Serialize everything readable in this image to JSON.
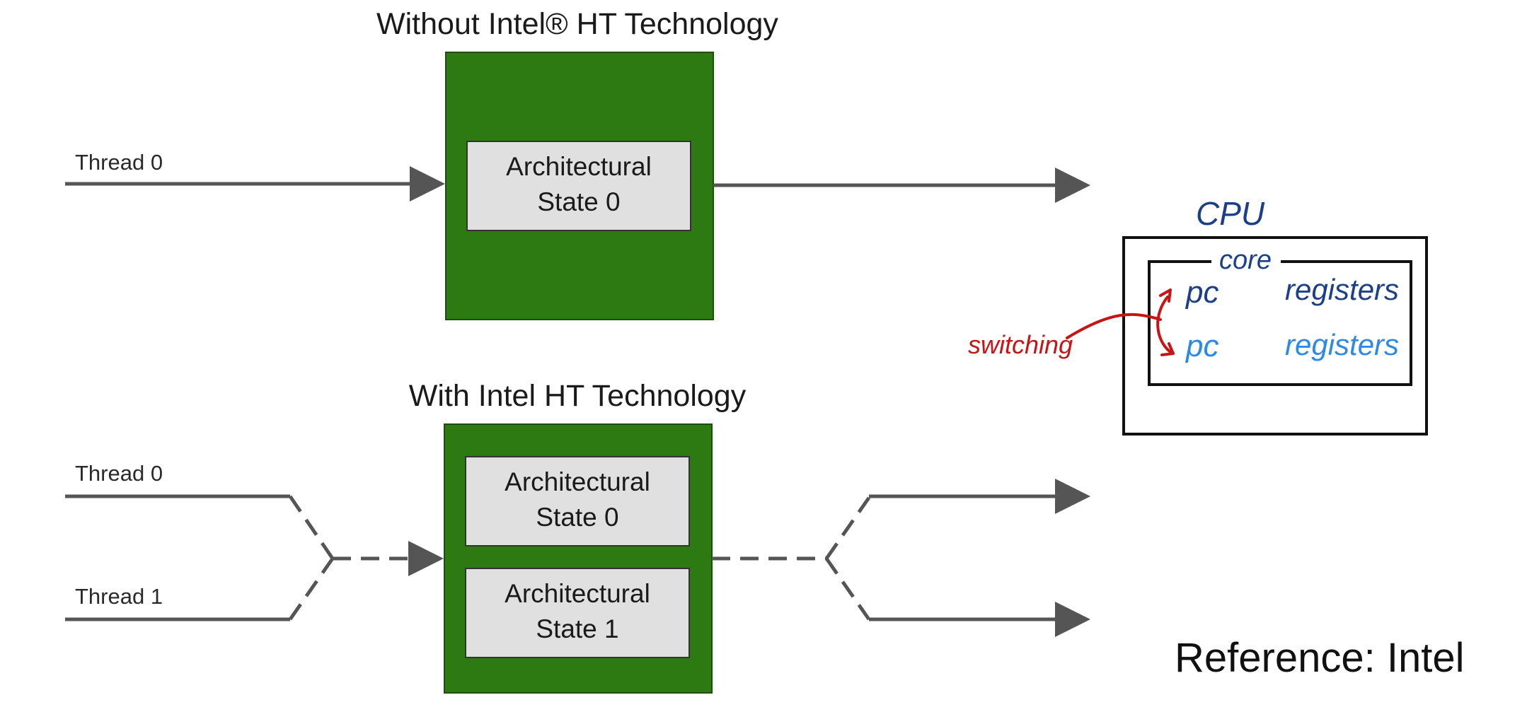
{
  "colors": {
    "cpu_green": "#2e7a12",
    "state_box": "#e0e0e0",
    "line": "#555555",
    "ink_dark_blue": "#1c3f8c",
    "ink_light_blue": "#2b8ae8",
    "ink_red": "#c81414"
  },
  "top_diagram": {
    "title": "Without Intel® HT Technology",
    "threads": [
      "Thread 0"
    ],
    "states": [
      {
        "line1": "Architectural",
        "line2": "State 0"
      }
    ]
  },
  "bottom_diagram": {
    "title": "With Intel HT Technology",
    "threads": [
      "Thread 0",
      "Thread 1"
    ],
    "states": [
      {
        "line1": "Architectural",
        "line2": "State 0"
      },
      {
        "line1": "Architectural",
        "line2": "State 1"
      }
    ]
  },
  "annotation": {
    "cpu_label": "CPU",
    "core_label": "core",
    "rows": [
      {
        "pc": "pc",
        "registers": "registers"
      },
      {
        "pc": "pc",
        "registers": "registers"
      }
    ],
    "switching_label": "switching"
  },
  "reference": "Reference: Intel"
}
